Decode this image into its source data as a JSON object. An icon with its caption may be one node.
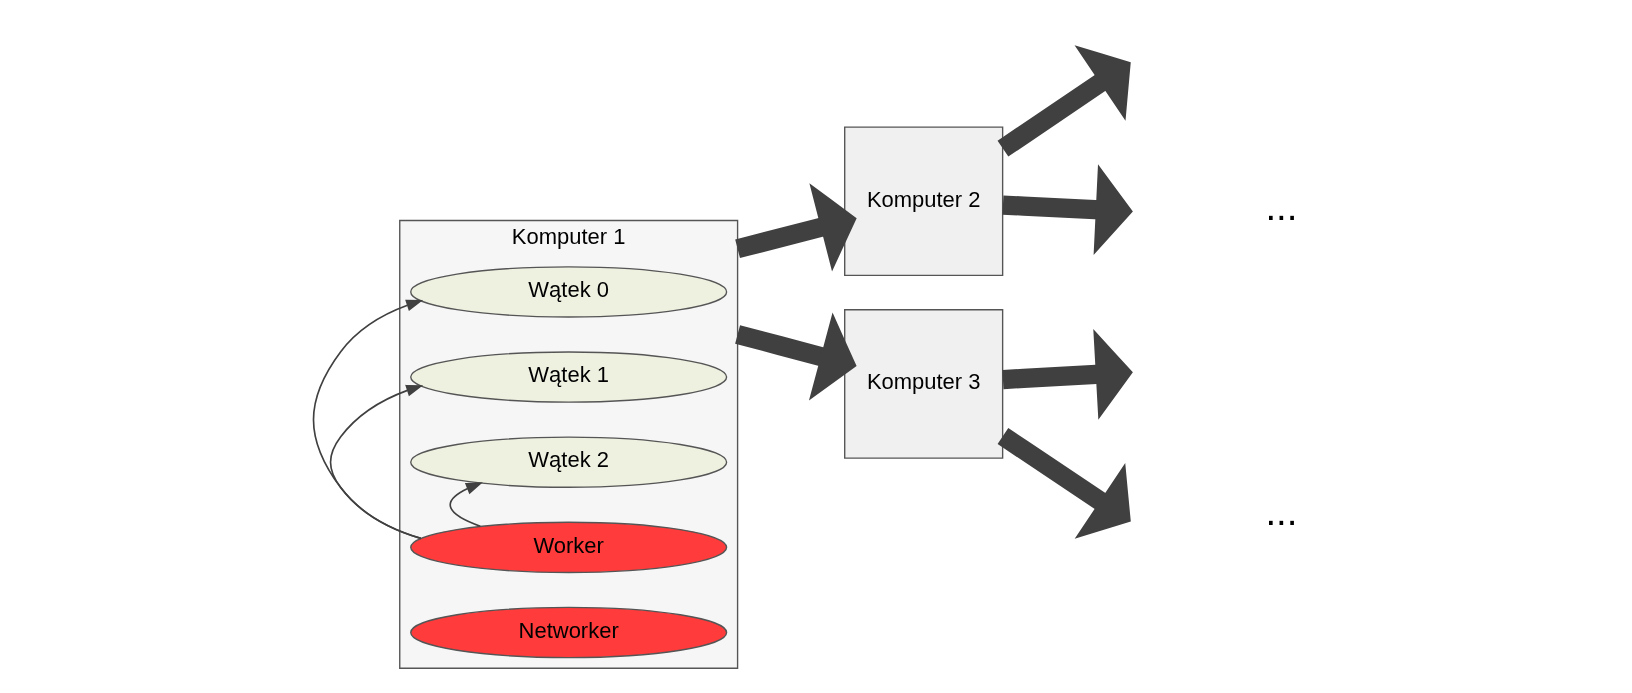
{
  "diagram": {
    "nodes": [
      {
        "text": [
          "Komputer 1"
        ]
      },
      {
        "text": [
          "Wątek 0"
        ],
        "in": 0
      },
      {
        "text": [
          "Wątek 1"
        ],
        "in": 0
      },
      {
        "text": [
          "Wątek 2"
        ],
        "in": 0
      },
      {
        "text": [
          "Worker"
        ],
        "in": 0
      },
      {
        "text": [
          "Networker"
        ],
        "in": 0
      },
      {
        "text": [
          "Komputer 2"
        ]
      },
      {
        "text": [
          "Komputer 3"
        ]
      }
    ],
    "edges": [
      {
        "from": 4,
        "to": 1,
        "arrow": "to"
      },
      {
        "from": 4,
        "to": 2,
        "arrow": "to"
      },
      {
        "from": 4,
        "to": 3,
        "arrow": "to"
      },
      {
        "from": 0,
        "to": 6,
        "arrow": "to"
      },
      {
        "from": 0,
        "to": 7,
        "arrow": "to"
      },
      {
        "from": 6,
        "to": null,
        "arrow": "to"
      },
      {
        "from": 6,
        "to": null,
        "arrow": "to"
      },
      {
        "from": 7,
        "to": null,
        "arrow": "to"
      },
      {
        "from": 7,
        "to": null,
        "arrow": "to"
      }
    ],
    "labels": [
      "...",
      "..."
    ]
  }
}
